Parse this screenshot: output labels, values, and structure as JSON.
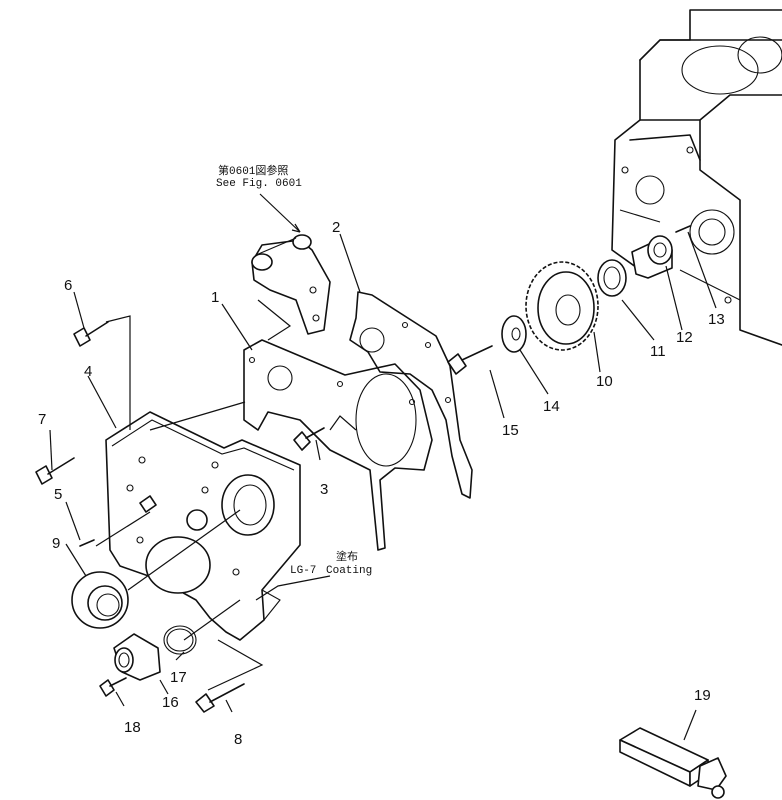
{
  "callouts": {
    "n1": "1",
    "n2": "2",
    "n3": "3",
    "n4": "4",
    "n5": "5",
    "n6": "6",
    "n7": "7",
    "n8": "8",
    "n9": "9",
    "n10": "10",
    "n11": "11",
    "n12": "12",
    "n13": "13",
    "n14": "14",
    "n15": "15",
    "n16": "16",
    "n17": "17",
    "n18": "18",
    "n19": "19"
  },
  "notes": {
    "see_fig_jp": "第0601図参照",
    "see_fig_en": "See Fig. 0601",
    "coating_jp": "塗布",
    "coating_prefix": "LG-7",
    "coating_en": "Coating"
  }
}
